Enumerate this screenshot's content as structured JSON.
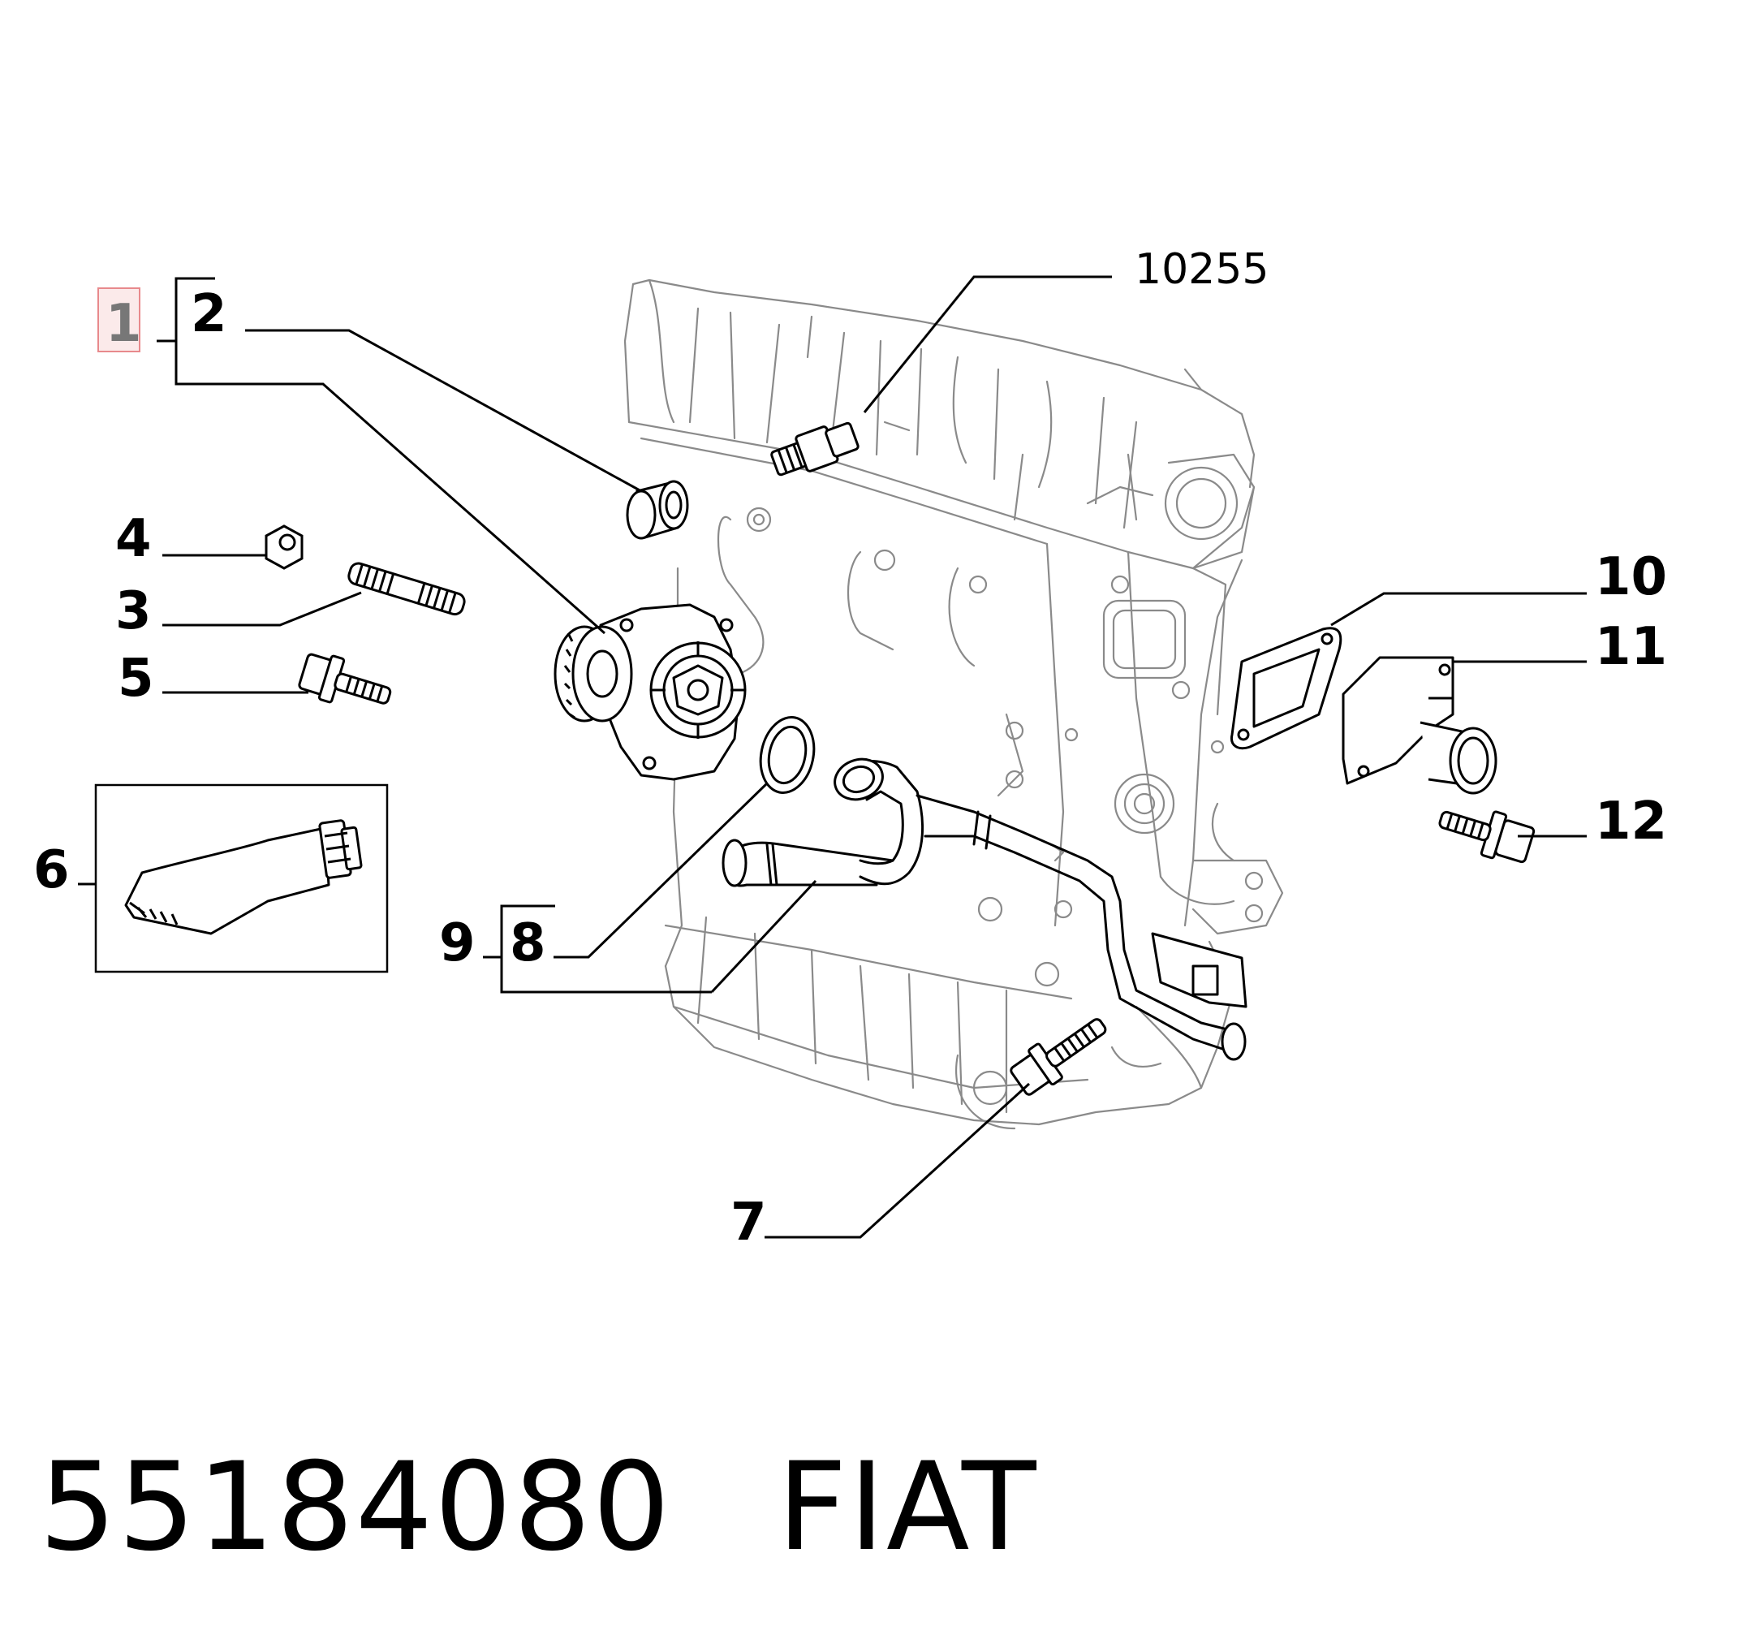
{
  "callouts": {
    "c1": "1",
    "c2": "2",
    "c3": "3",
    "c4": "4",
    "c5": "5",
    "c6": "6",
    "c7": "7",
    "c8": "8",
    "c9": "9",
    "c10": "10",
    "c11": "11",
    "c12": "12",
    "c10255": "10255"
  },
  "caption": {
    "part_number": "55184080",
    "brand": "FIAT"
  },
  "colors": {
    "highlight_box": "#e8898c",
    "highlight_fill": "#fbeaea",
    "engine_outline": "#7a7a7a",
    "part_outline": "#000000"
  }
}
